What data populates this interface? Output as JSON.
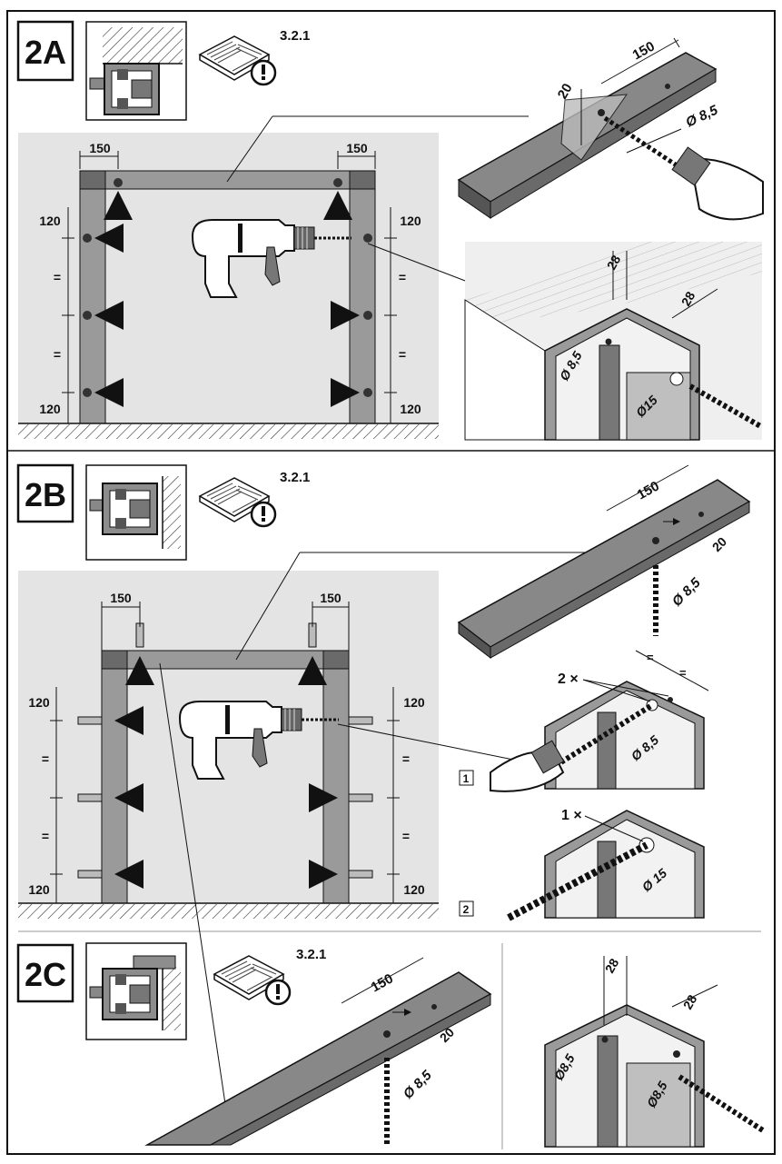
{
  "sections": [
    {
      "id": "2A",
      "manual_ref": "3.2.1",
      "frame": {
        "offsets": [
          "150",
          "150"
        ],
        "left_heights": [
          "120",
          "=",
          "=",
          "120"
        ],
        "right_heights": [
          "120",
          "=",
          "=",
          "120"
        ]
      },
      "rail_detail": {
        "offset": "150",
        "edge": "20",
        "diameter": "Ø 8,5"
      },
      "post_detail": {
        "top_offset": "28",
        "side_offset": "28",
        "small_hole": "Ø 8,5",
        "large_hole": "Ø15"
      }
    },
    {
      "id": "2B",
      "manual_ref": "3.2.1",
      "frame": {
        "offsets": [
          "150",
          "150"
        ],
        "left_heights": [
          "120",
          "=",
          "=",
          "120"
        ],
        "right_heights": [
          "120",
          "=",
          "=",
          "120"
        ]
      },
      "rail_detail": {
        "offset": "150",
        "edge": "20",
        "diameter": "Ø 8,5"
      },
      "post_detail_1": {
        "step_box": "1",
        "count": "2 ×",
        "diameter": "Ø 8,5",
        "spacing": [
          "=",
          "="
        ]
      },
      "post_detail_2": {
        "step_box": "2",
        "count": "1 ×",
        "diameter": "Ø 15"
      }
    },
    {
      "id": "2C",
      "manual_ref": "3.2.1",
      "rail_detail": {
        "offset": "150",
        "edge": "20",
        "diameter": "Ø 8,5"
      },
      "post_detail": {
        "top_offset": "28",
        "side_offset": "28",
        "small_hole": "Ø8,5",
        "large_hole": "Ø8,5"
      }
    }
  ],
  "colors": {
    "profile_grey": "#8d8d8d",
    "dark_grey": "#6a6a6a",
    "panel_grey": "#e4e4e4",
    "line": "#111111"
  },
  "icons": [
    "manual-book-icon",
    "warning-exclamation-icon",
    "drill-icon",
    "hatched-wall-icon",
    "arrow-icon"
  ]
}
